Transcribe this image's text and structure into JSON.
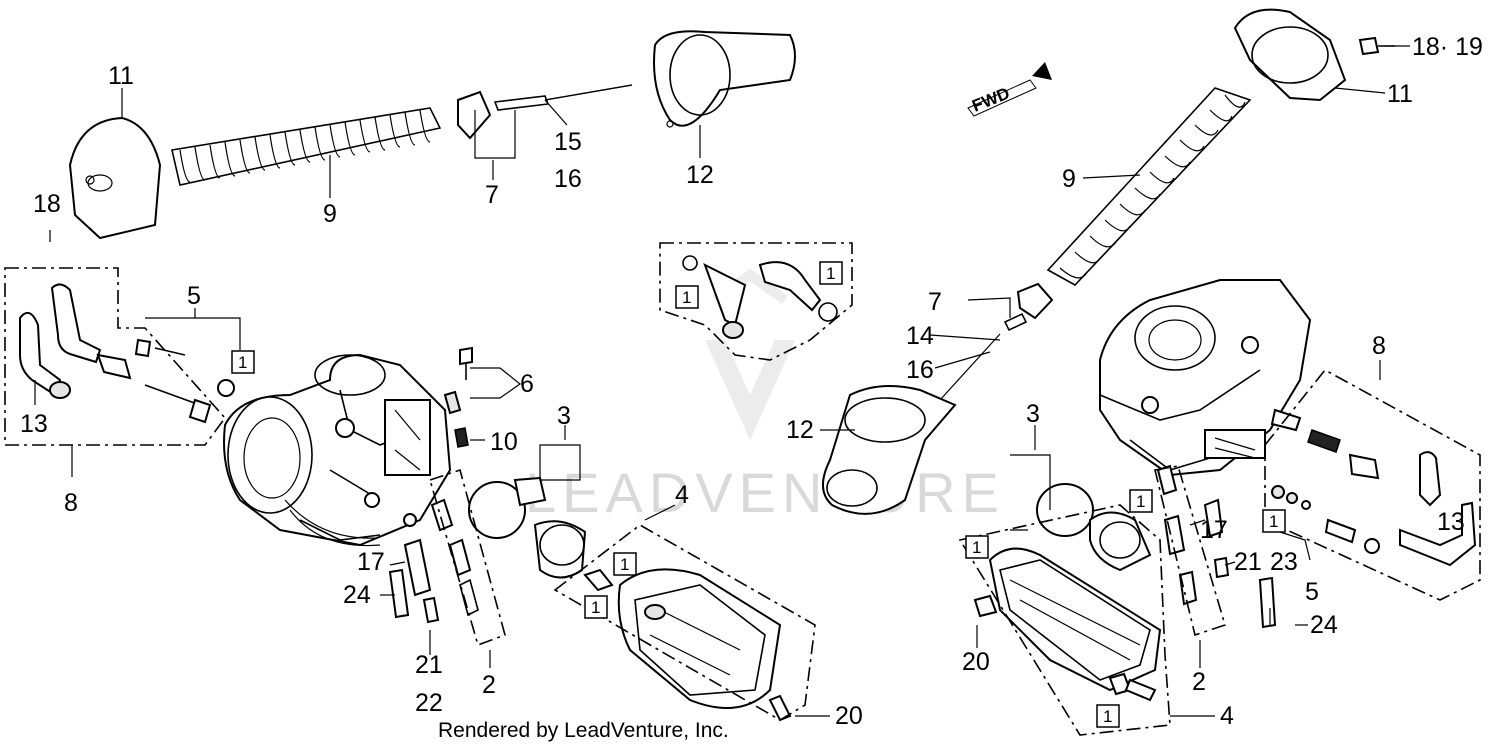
{
  "callouts": {
    "c1": "1",
    "c2": "2",
    "c3": "3",
    "c4": "4",
    "c5": "5",
    "c6": "6",
    "c7": "7",
    "c8": "8",
    "c9": "9",
    "c10": "10",
    "c11": "11",
    "c12": "12",
    "c13": "13",
    "c14": "14",
    "c15": "15",
    "c16": "16",
    "c17": "17",
    "c18": "18",
    "c18_19": "18· 19",
    "c20": "20",
    "c21": "21",
    "c22": "22",
    "c23": "23",
    "c24": "24"
  },
  "arrow_label": "FWD",
  "watermark": "LEADVENTURE",
  "credit": "Rendered by LeadVenture, Inc."
}
